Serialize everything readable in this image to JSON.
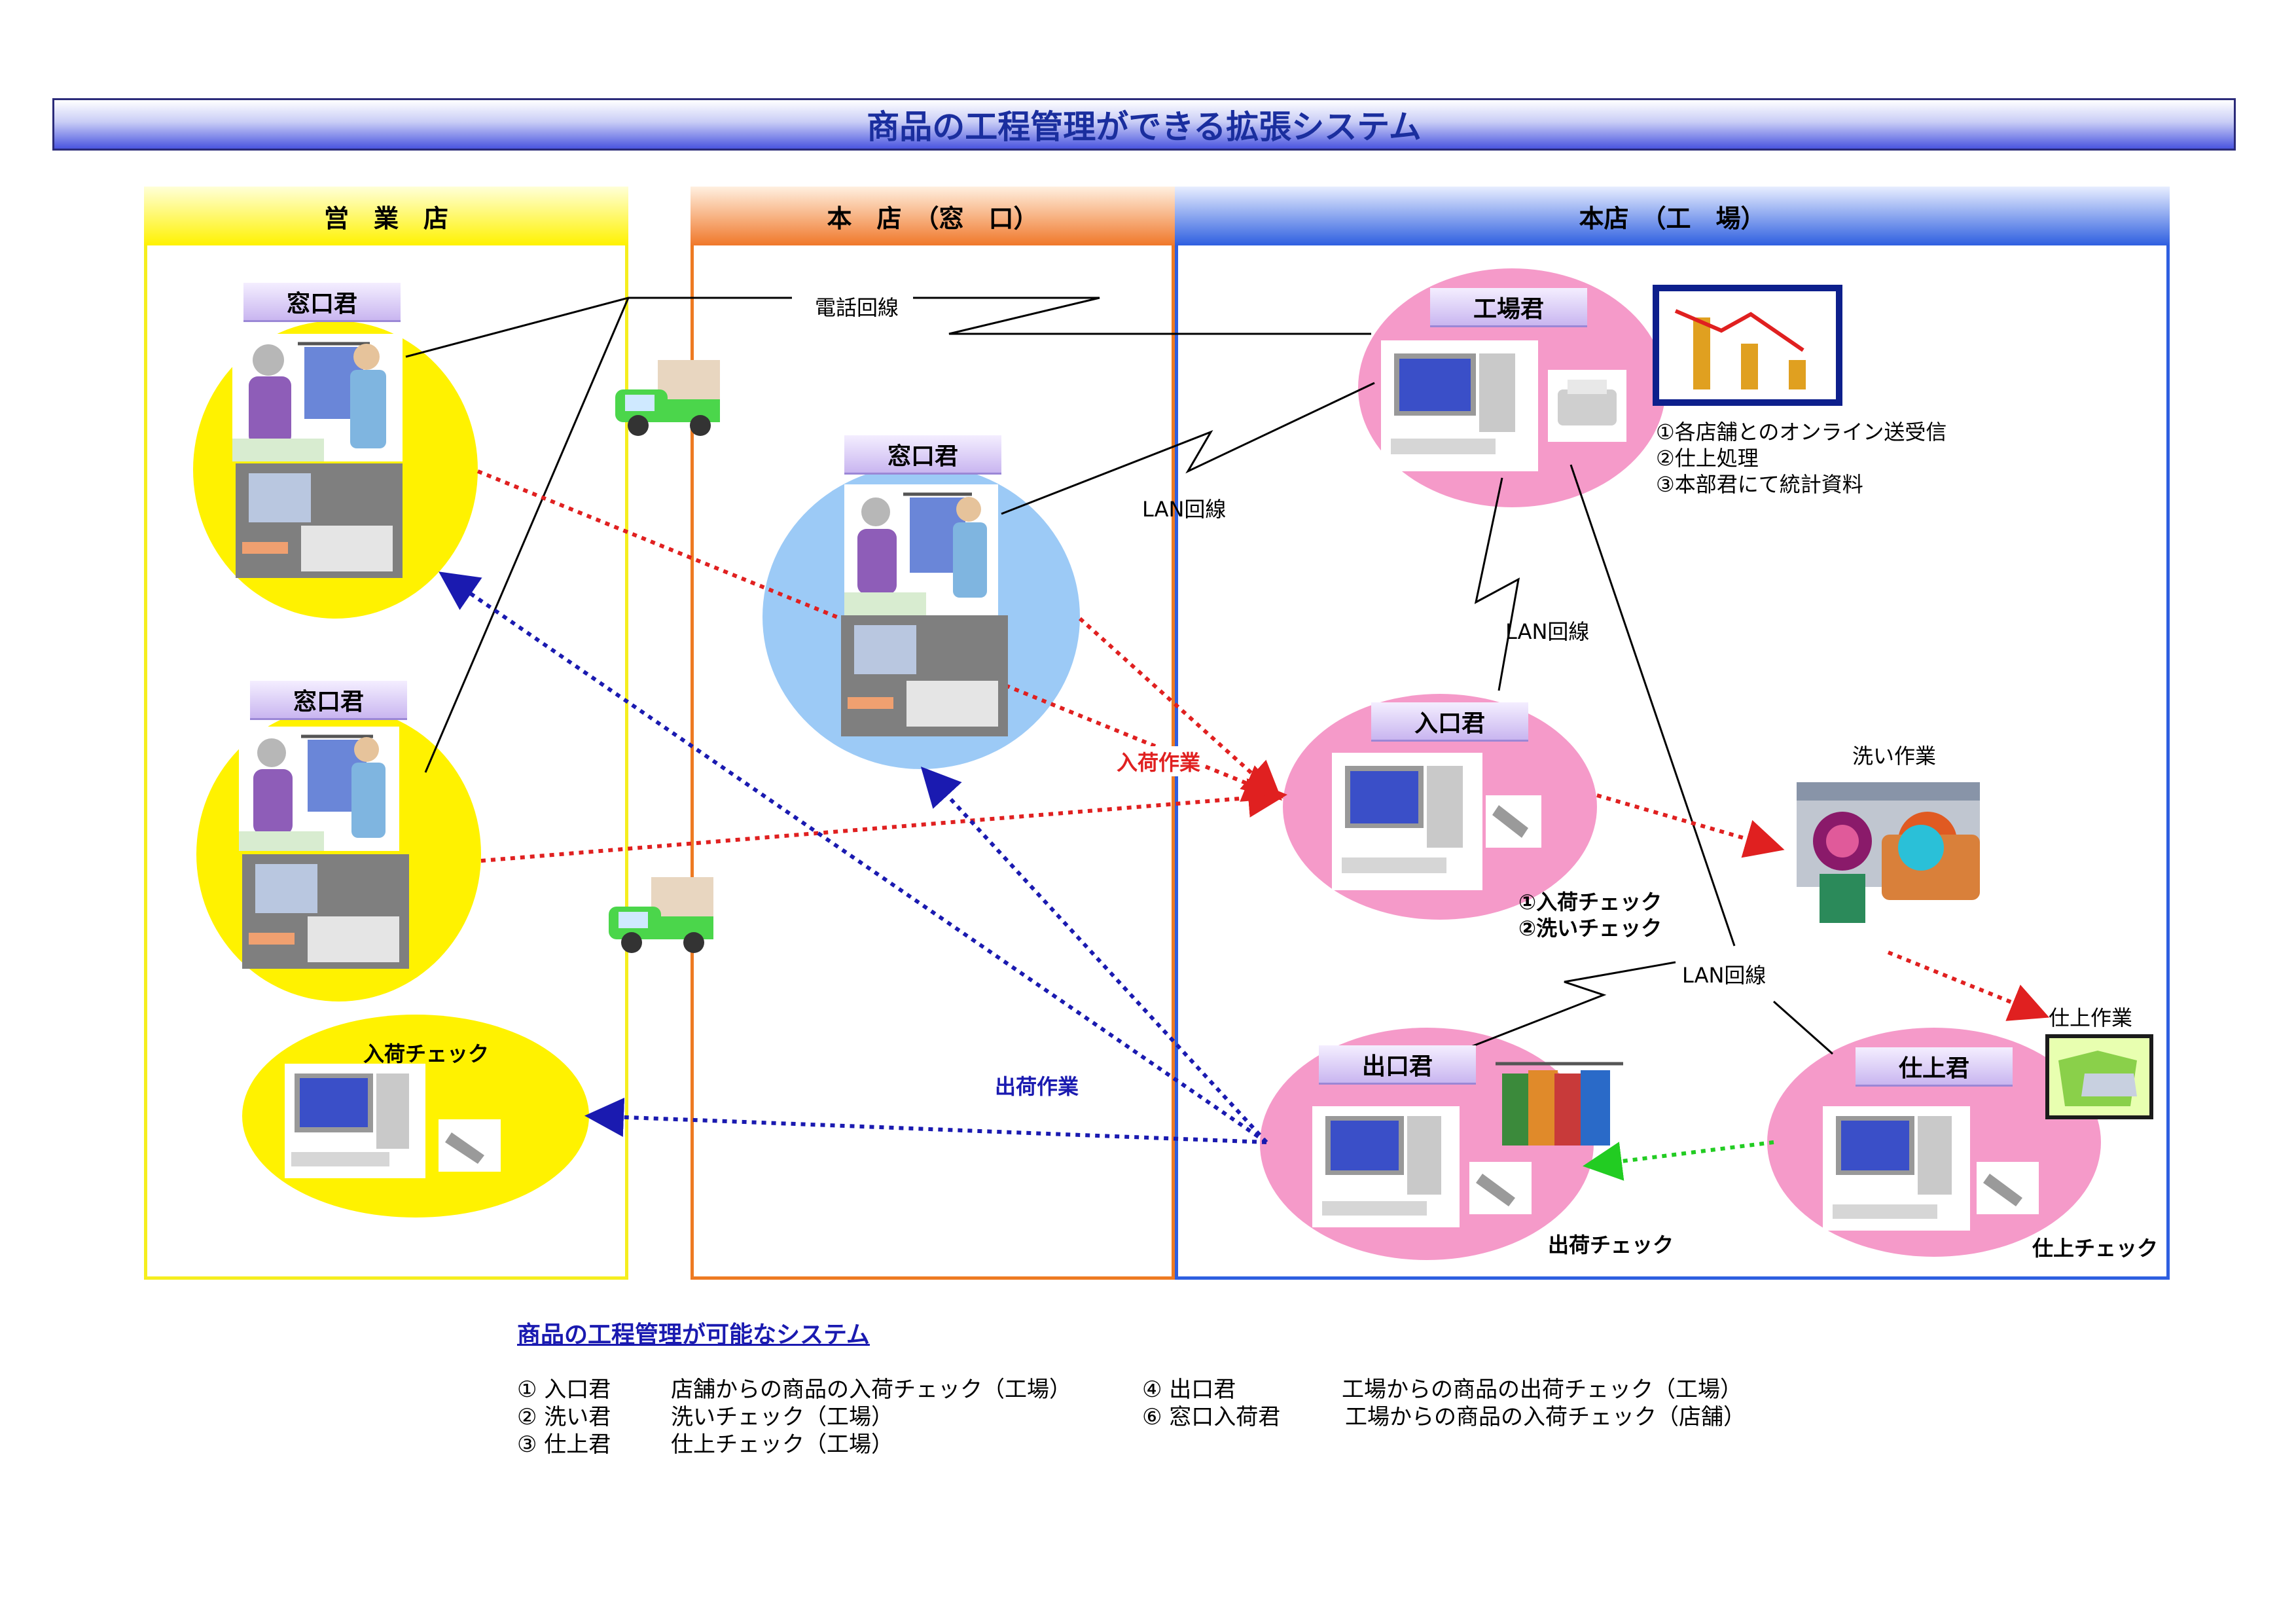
{
  "title": "商品の工程管理ができる拡張システム",
  "columns": {
    "sales": "営　業　店",
    "window": "本　店　（窓　口）",
    "factory": "本店　（工　場）"
  },
  "badges": {
    "madoguchi_1": "窓口君",
    "madoguchi_2": "窓口君",
    "madoguchi_hq": "窓口君",
    "kojo": "工場君",
    "iriguchi": "入口君",
    "deguchi": "出口君",
    "shiage": "仕上君"
  },
  "labels": {
    "phone_line": "電話回線",
    "lan_1": "LAN回線",
    "lan_2": "LAN回線",
    "lan_3": "LAN回線",
    "nyuka_sagyo": "入荷作業",
    "shukka_sagyo": "出荷作業",
    "nyuka_check_store": "入荷チェック",
    "arai_sagyo": "洗い作業",
    "shiage_sagyo": "仕上作業",
    "shukka_check": "出荷チェック",
    "shiage_check": "仕上チェック",
    "factory_notes": [
      "①各店舗とのオンライン送受信",
      "②仕上処理",
      "③本部君にて統計資料"
    ],
    "iriguchi_notes": [
      "①入荷チェック",
      "②洗いチェック"
    ]
  },
  "legend": {
    "heading": "商品の工程管理が可能なシステム",
    "items": [
      {
        "num": "① 入口君",
        "desc": "店舗からの商品の入荷チェック（工場）"
      },
      {
        "num": "② 洗い君",
        "desc": "洗いチェック（工場）"
      },
      {
        "num": "③ 仕上君",
        "desc": "仕上チェック（工場）"
      },
      {
        "num": "④ 出口君",
        "desc": "工場からの商品の出荷チェック（工場）"
      },
      {
        "num": "⑥ 窓口入荷君",
        "desc": "工場からの商品の入荷チェック（店舗）"
      }
    ]
  },
  "colors": {
    "sales_border": "#f5ee1e",
    "window_border": "#ee7a22",
    "factory_border": "#2e5fe0",
    "pink_node": "#f59ac9",
    "yellow_node": "#fff200",
    "blue_node": "#9ccaf6",
    "red_flow": "#e02020",
    "blue_flow": "#1a1ab0",
    "green_flow": "#22cc22"
  }
}
